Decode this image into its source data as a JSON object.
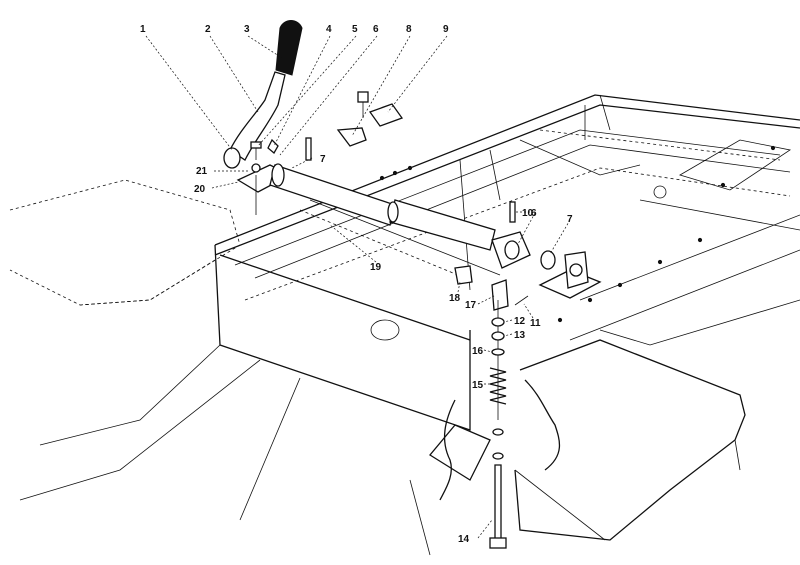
{
  "callouts": [
    {
      "id": "c1",
      "label": "1"
    },
    {
      "id": "c2",
      "label": "2"
    },
    {
      "id": "c3",
      "label": "3"
    },
    {
      "id": "c4",
      "label": "4"
    },
    {
      "id": "c5",
      "label": "5"
    },
    {
      "id": "c6a",
      "label": "6"
    },
    {
      "id": "c8",
      "label": "8"
    },
    {
      "id": "c9",
      "label": "9"
    },
    {
      "id": "c7a",
      "label": "7"
    },
    {
      "id": "c21",
      "label": "21"
    },
    {
      "id": "c20",
      "label": "20"
    },
    {
      "id": "c6b",
      "label": "6"
    },
    {
      "id": "c10",
      "label": "10"
    },
    {
      "id": "c7b",
      "label": "7"
    },
    {
      "id": "c19",
      "label": "19"
    },
    {
      "id": "c18",
      "label": "18"
    },
    {
      "id": "c17",
      "label": "17"
    },
    {
      "id": "c11",
      "label": "11"
    },
    {
      "id": "c12",
      "label": "12"
    },
    {
      "id": "c13",
      "label": "13"
    },
    {
      "id": "c16",
      "label": "16"
    },
    {
      "id": "c15",
      "label": "15"
    },
    {
      "id": "c14",
      "label": "14"
    }
  ]
}
